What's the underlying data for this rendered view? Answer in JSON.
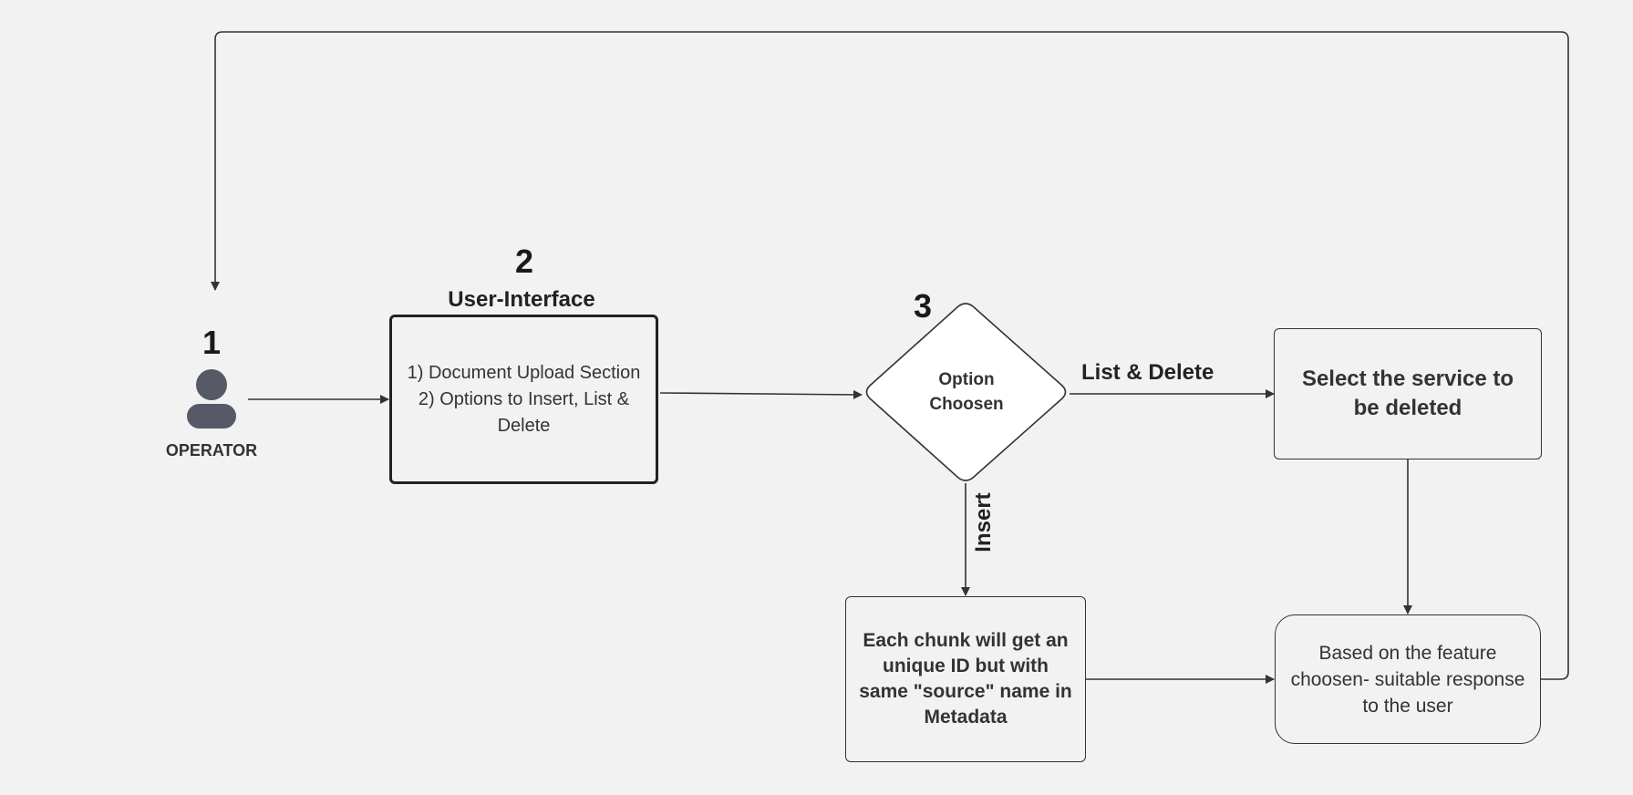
{
  "nodes": {
    "operator": {
      "number": "1",
      "label": "OPERATOR",
      "icon": "user-icon"
    },
    "ui": {
      "number": "2",
      "title": "User-Interface",
      "line1": "1) Document Upload Section",
      "line2": "2) Options to Insert, List & Delete"
    },
    "decision": {
      "number": "3",
      "label": "Option Choosen"
    },
    "select_service": {
      "text": "Select  the service to be deleted"
    },
    "chunk": {
      "text": "Each chunk will get an unique ID but with same \"source\" name in Metadata"
    },
    "response": {
      "text": "Based on the feature choosen- suitable response to the user"
    }
  },
  "edges": {
    "list_delete": "List & Delete",
    "insert": "Insert"
  },
  "colors": {
    "background": "#f2f2f2",
    "line": "#333333",
    "icon": "#555a66",
    "diamond_fill": "#ffffff"
  }
}
